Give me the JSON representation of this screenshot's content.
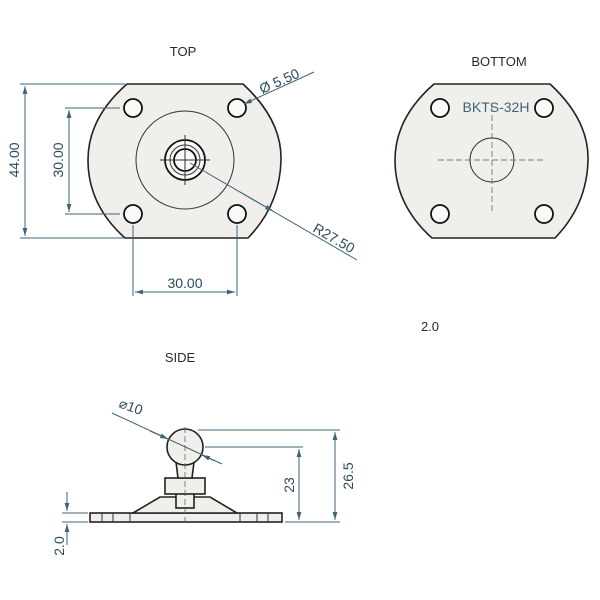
{
  "views": {
    "top": {
      "label": "TOP",
      "dim_height": "44.00",
      "dim_hole_spacing_v": "30.00",
      "dim_hole_spacing_h": "30.00",
      "dim_hole_dia": "Ø 5.50",
      "dim_radius": "R27.50"
    },
    "bottom": {
      "label": "BOTTOM",
      "part_number": "BKTS-32H"
    },
    "scale_note": "2.0",
    "side": {
      "label": "SIDE",
      "dim_ball_dia": "⌀10",
      "dim_center_height": "23",
      "dim_total_height": "26.5",
      "dim_plate_thickness": "2.0"
    }
  }
}
